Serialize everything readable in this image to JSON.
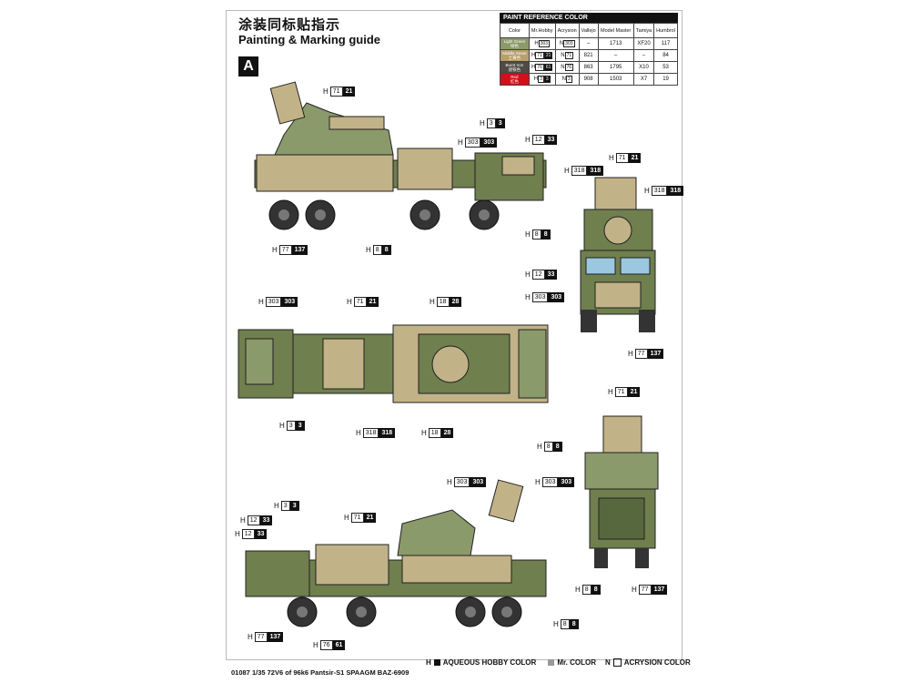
{
  "title_cn": "涂装同标贴指示",
  "title_en": "Painting & Marking guide",
  "section": "A",
  "paint_table": {
    "heading": "PAINT  REFERENCE COLOR",
    "columns": [
      "Color",
      "Mr.Hobby",
      "Acrysion",
      "Vallejo",
      "Model Master",
      "Tamiya",
      "Humbrol"
    ],
    "rows": [
      {
        "name": "Light Green",
        "cn": "绿色",
        "swatch": "#8a9a6a",
        "mr": "H",
        "mr_code": "303",
        "acr": "N",
        "acr_code": "303",
        "vallejo": "–",
        "mm": "1713",
        "tamiya": "XF20",
        "humbrol": "117"
      },
      {
        "name": "Middle Stone",
        "cn": "土黄色",
        "swatch": "#b89f6c",
        "mr": "H",
        "mr_code": "71",
        "mr_code2": "21",
        "acr": "N",
        "acr_code": "71",
        "vallejo": "821",
        "mm": "–",
        "tamiya": "–",
        "humbrol": "84"
      },
      {
        "name": "Burnt Iron",
        "cn": "烧铁色",
        "swatch": "#4f4a44",
        "mr": "H",
        "mr_code": "76",
        "mr_code2": "61",
        "acr": "N",
        "acr_code": "76",
        "vallejo": "863",
        "mm": "1795",
        "tamiya": "X10",
        "humbrol": "53"
      },
      {
        "name": "Red",
        "cn": "红色",
        "swatch": "#d0101a",
        "mr": "H",
        "mr_code": "3",
        "mr_code2": "3",
        "acr": "N",
        "acr_code": "3",
        "vallejo": "908",
        "mm": "1503",
        "tamiya": "X7",
        "humbrol": "19"
      }
    ]
  },
  "callouts": [
    {
      "id": "side-top-1",
      "h": "H",
      "a": "71",
      "b": "21"
    },
    {
      "id": "side-top-2",
      "h": "H",
      "a": "3",
      "b": "3"
    },
    {
      "id": "side-top-3",
      "h": "H",
      "a": "303",
      "b": "303"
    },
    {
      "id": "side-top-4",
      "h": "H",
      "a": "12",
      "b": "33"
    },
    {
      "id": "side-top-5",
      "h": "H",
      "a": "8",
      "b": "8"
    },
    {
      "id": "side-top-6",
      "h": "H",
      "a": "77",
      "b": "137"
    },
    {
      "id": "side-top-7",
      "h": "H",
      "a": "8",
      "b": "8"
    },
    {
      "id": "front-1",
      "h": "H",
      "a": "71",
      "b": "21"
    },
    {
      "id": "front-2",
      "h": "H",
      "a": "318",
      "b": "318"
    },
    {
      "id": "front-3",
      "h": "H",
      "a": "318",
      "b": "318"
    },
    {
      "id": "front-4",
      "h": "H",
      "a": "12",
      "b": "33"
    },
    {
      "id": "front-5",
      "h": "H",
      "a": "303",
      "b": "303"
    },
    {
      "id": "front-6",
      "h": "H",
      "a": "77",
      "b": "137"
    },
    {
      "id": "top-1",
      "h": "H",
      "a": "303",
      "b": "303"
    },
    {
      "id": "top-2",
      "h": "H",
      "a": "71",
      "b": "21"
    },
    {
      "id": "top-3",
      "h": "H",
      "a": "18",
      "b": "28"
    },
    {
      "id": "top-4",
      "h": "H",
      "a": "3",
      "b": "3"
    },
    {
      "id": "top-5",
      "h": "H",
      "a": "318",
      "b": "318"
    },
    {
      "id": "top-6",
      "h": "H",
      "a": "18",
      "b": "28"
    },
    {
      "id": "rear-1",
      "h": "H",
      "a": "71",
      "b": "21"
    },
    {
      "id": "rear-2",
      "h": "H",
      "a": "8",
      "b": "8"
    },
    {
      "id": "rear-3",
      "h": "H",
      "a": "303",
      "b": "303"
    },
    {
      "id": "rear-4",
      "h": "H",
      "a": "8",
      "b": "8"
    },
    {
      "id": "rear-5",
      "h": "H",
      "a": "77",
      "b": "137"
    },
    {
      "id": "side-bot-1",
      "h": "H",
      "a": "303",
      "b": "303"
    },
    {
      "id": "side-bot-2",
      "h": "H",
      "a": "3",
      "b": "3"
    },
    {
      "id": "side-bot-3",
      "h": "H",
      "a": "12",
      "b": "33"
    },
    {
      "id": "side-bot-4",
      "h": "H",
      "a": "71",
      "b": "21"
    },
    {
      "id": "side-bot-5",
      "h": "H",
      "a": "12",
      "b": "33"
    },
    {
      "id": "side-bot-6",
      "h": "H",
      "a": "8",
      "b": "8"
    },
    {
      "id": "side-bot-7",
      "h": "H",
      "a": "77",
      "b": "137"
    },
    {
      "id": "side-bot-8",
      "h": "H",
      "a": "76",
      "b": "61"
    }
  ],
  "legend": {
    "mr_label": "AQUEOUS HOBBY COLOR",
    "mr2_label": "Mr. COLOR",
    "n_label": "ACRYSION COLOR"
  },
  "footer": "01087  1/35  72V6 of 96k6 Pantsir-S1 SPAAGM BAZ-6909",
  "colors": {
    "green": "#6f7f4e",
    "stone": "#c2b287",
    "dark": "#3d3d35"
  }
}
